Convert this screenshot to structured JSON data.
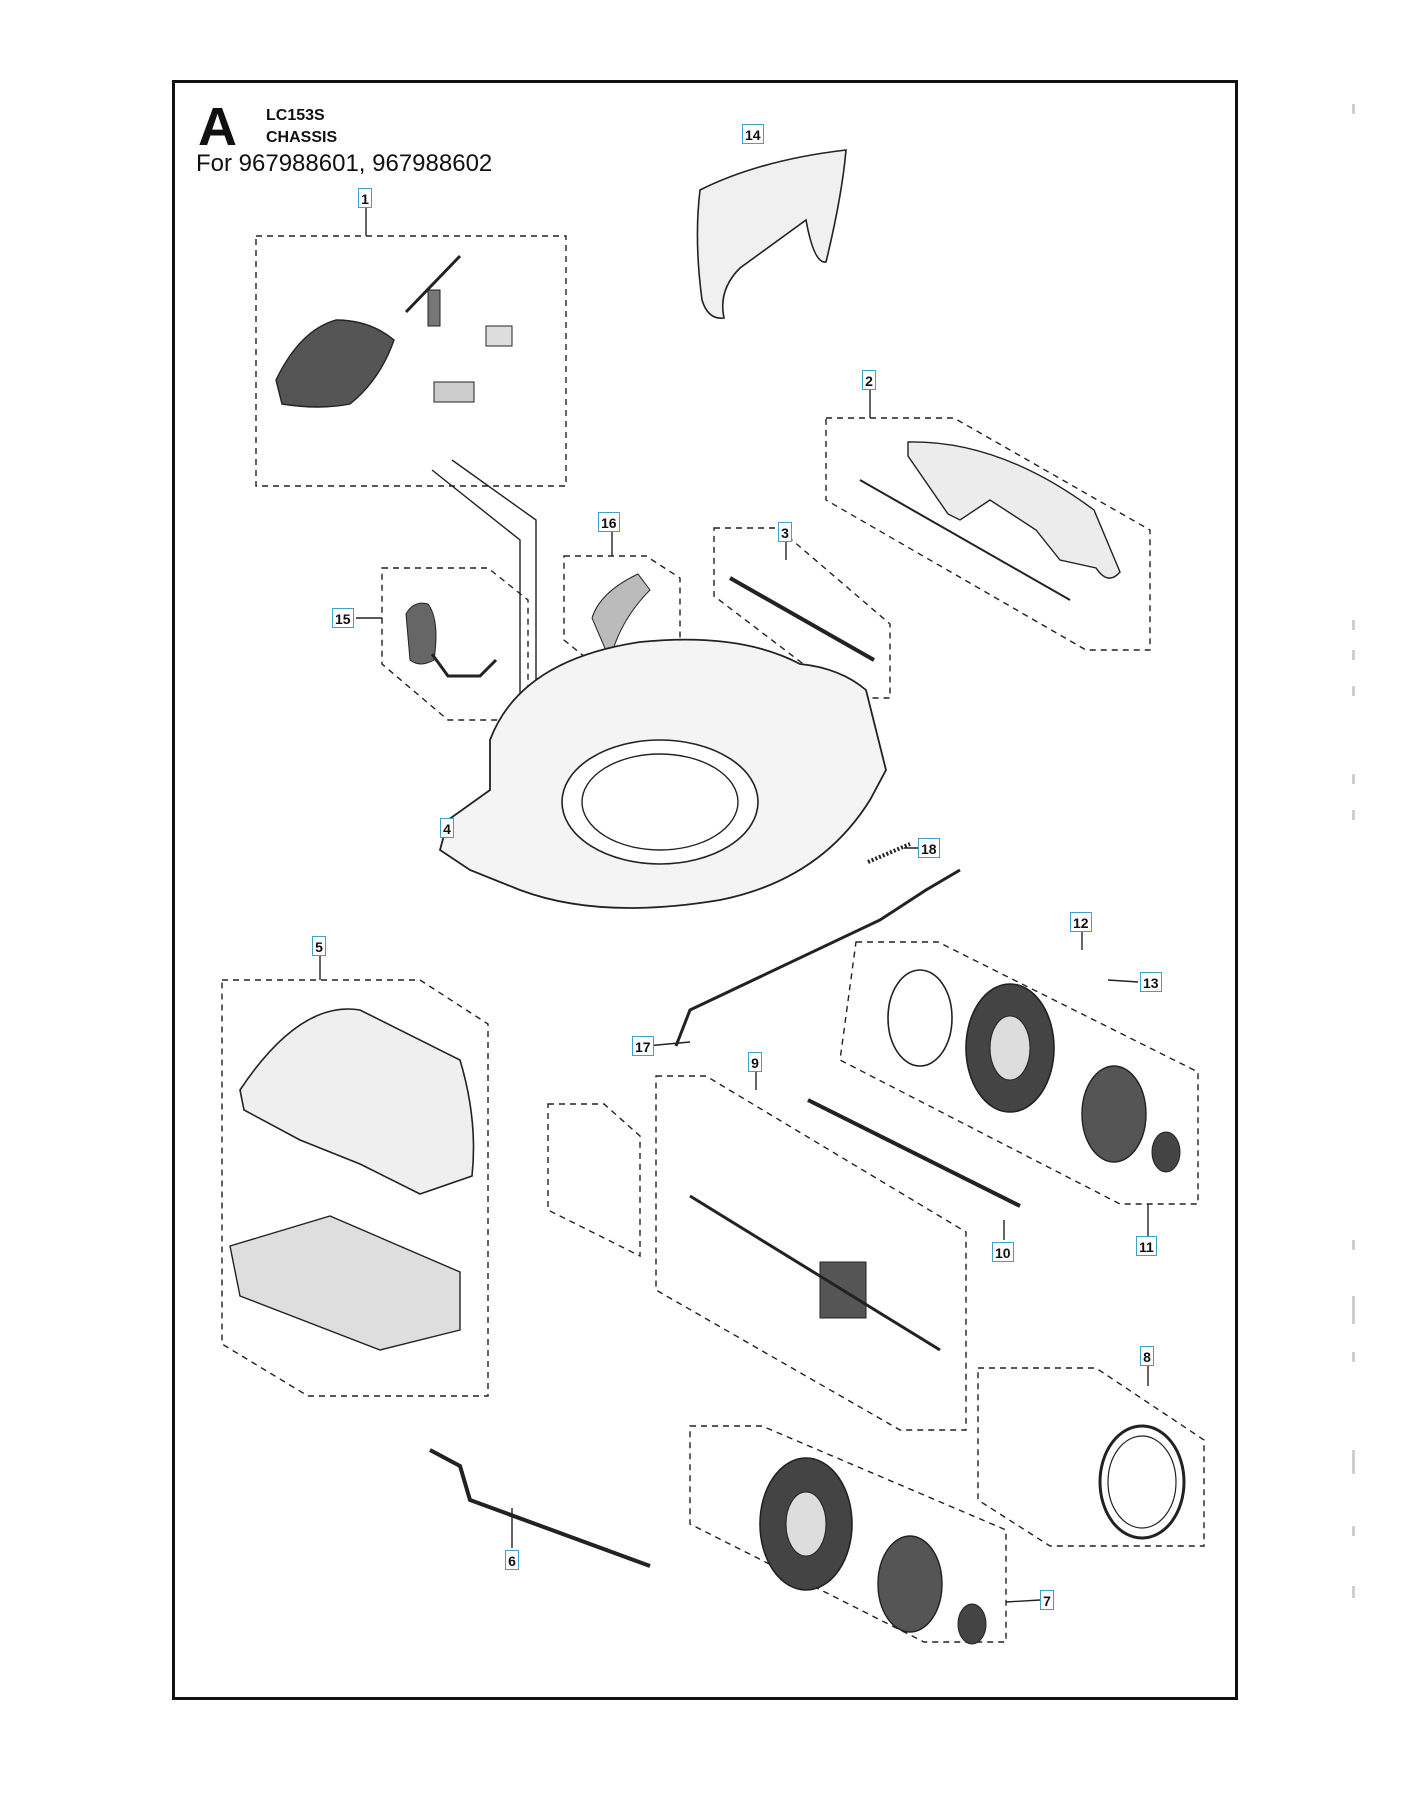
{
  "header": {
    "letter": "A",
    "model": "LC153S",
    "section": "CHASSIS",
    "applies_to": "For 967988601, 967988602"
  },
  "callouts": [
    "1",
    "2",
    "3",
    "4",
    "5",
    "6",
    "7",
    "8",
    "9",
    "10",
    "11",
    "12",
    "13",
    "14",
    "15",
    "16",
    "17",
    "18"
  ],
  "colors": {
    "line": "#222222",
    "callout_border": "#3fa0c8",
    "part_fill": "#e9e9e9",
    "dark_fill": "#3a3a3a"
  }
}
